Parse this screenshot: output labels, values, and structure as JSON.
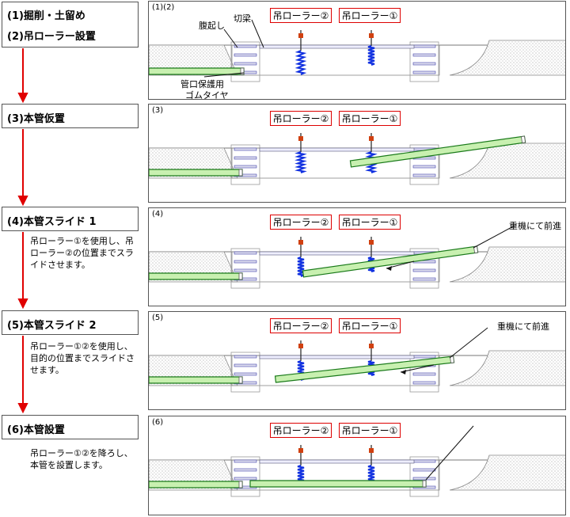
{
  "steps": [
    {
      "line1": "(1)掘削・土留め",
      "line2": "(2)吊ローラー設置",
      "desc": ""
    },
    {
      "line1": "(3)本管仮置",
      "desc": ""
    },
    {
      "line1": "(4)本管スライド 1",
      "desc": "吊ローラー①を使用し、吊ローラー②の位置までスライドさせます。"
    },
    {
      "line1": "(5)本管スライド 2",
      "desc": "吊ローラー①②を使用し、目的の位置までスライドさせます。"
    },
    {
      "line1": "(6)本管設置",
      "desc": "吊ローラー①②を降ろし、本管を設置します。"
    }
  ],
  "panels": [
    {
      "label": "(1)(2)",
      "roller2": "吊ローラー②",
      "roller1": "吊ローラー①"
    },
    {
      "label": "(3)",
      "roller2": "吊ローラー②",
      "roller1": "吊ローラー①"
    },
    {
      "label": "(4)",
      "roller2": "吊ローラー②",
      "roller1": "吊ローラー①"
    },
    {
      "label": "(5)",
      "roller2": "吊ローラー②",
      "roller1": "吊ローラー①"
    },
    {
      "label": "(6)",
      "roller2": "吊ローラー②",
      "roller1": "吊ローラー①"
    }
  ],
  "annotations": {
    "haraokoshi": "腹起し",
    "kiribari": "切梁",
    "tire_line1": "管口保護用",
    "tire_line2": "ゴムタイヤ",
    "heavy_machine": "重機にて前進"
  },
  "colors": {
    "arrow": "#e00000",
    "pipe_fill": "#c8f0b0",
    "pipe_stroke": "#1a7a1a",
    "spring": "#1030e0",
    "tag_border": "#dd0000",
    "roller_head": "#d04010"
  }
}
